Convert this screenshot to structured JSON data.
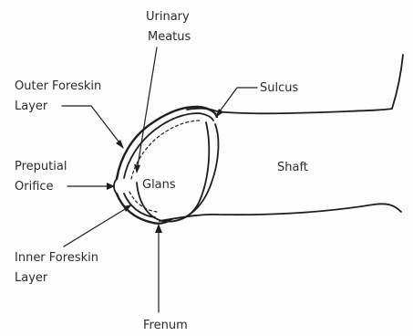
{
  "labels": {
    "urinary_line1": "Urinary",
    "urinary_line2": "Meatus",
    "outer_line1": "Outer Foreskin",
    "outer_line2": "Layer",
    "sulcus": "Sulcus",
    "shaft": "Shaft",
    "preputial_line1": "Preputial",
    "preputial_line2": "Orifice",
    "glans": "Glans",
    "inner_line1": "Inner Foreskin",
    "inner_line2": "Layer",
    "frenum": "Frenum"
  },
  "colors": {
    "ink": "#1e1e1e",
    "text": "#2b2b2b",
    "background": "#fdfdfd"
  }
}
